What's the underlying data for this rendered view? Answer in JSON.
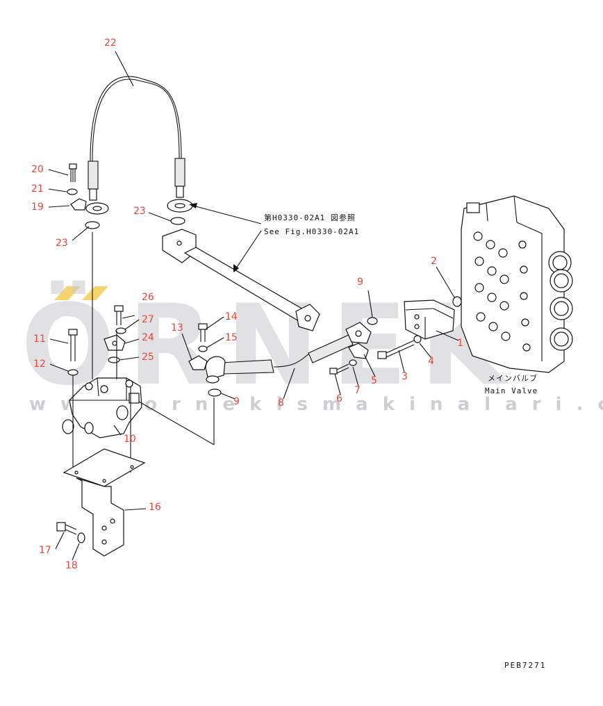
{
  "watermark": {
    "brand": "ÖRNEK",
    "url": "w w w . o r n e k i s m a k i n a l a r i . c o m . t r",
    "accent_color": "#f2c94c",
    "text_color": "#c9c9cf"
  },
  "part_numbers": {
    "p1": "1",
    "p2": "2",
    "p3": "3",
    "p4": "4",
    "p5": "5",
    "p6": "6",
    "p7": "7",
    "p8": "8",
    "p9a": "9",
    "p9b": "9",
    "p10": "10",
    "p11": "11",
    "p12": "12",
    "p13": "13",
    "p14": "14",
    "p15": "15",
    "p16": "16",
    "p17": "17",
    "p18": "18",
    "p19": "19",
    "p20": "20",
    "p21": "21",
    "p22": "22",
    "p23a": "23",
    "p23b": "23",
    "p24": "24",
    "p25": "25",
    "p26": "26",
    "p27": "27"
  },
  "reference": {
    "jp": "第H0330-02A1 図参照",
    "en": "See Fig.H0330-02A1"
  },
  "main_valve": {
    "jp": "メインバルブ",
    "en": "Main Valve"
  },
  "drawing_code": "PEB7271",
  "colors": {
    "label": "#e8463b",
    "line": "#111111"
  }
}
